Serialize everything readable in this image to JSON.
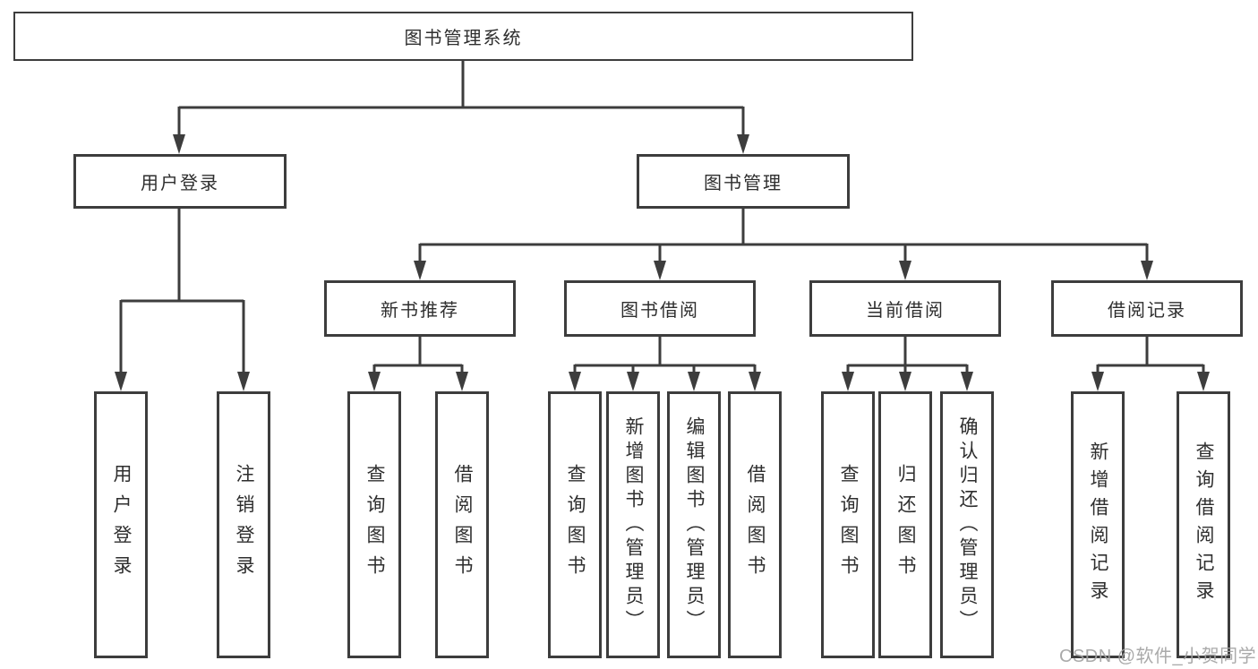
{
  "colors": {
    "line": "#3d3d3d",
    "box_border": "#3d3d3d",
    "text": "#2e2e2e",
    "watermark": "#a3a3a3",
    "background": "#ffffff"
  },
  "watermark": {
    "text": "CSDN @软件_小贺同学"
  },
  "tree": {
    "label": "图书管理系统",
    "children": [
      {
        "label": "用户登录",
        "children": [
          {
            "label": "用户登录"
          },
          {
            "label": "注销登录"
          }
        ]
      },
      {
        "label": "图书管理",
        "children": [
          {
            "label": "新书推荐",
            "children": [
              {
                "label": "查询图书"
              },
              {
                "label": "借阅图书"
              }
            ]
          },
          {
            "label": "图书借阅",
            "children": [
              {
                "label": "查询图书"
              },
              {
                "label": "新增图书（管理员）"
              },
              {
                "label": "编辑图书（管理员）"
              },
              {
                "label": "借阅图书"
              }
            ]
          },
          {
            "label": "当前借阅",
            "children": [
              {
                "label": "查询图书"
              },
              {
                "label": "归还图书"
              },
              {
                "label": "确认归还（管理员）"
              }
            ]
          },
          {
            "label": "借阅记录",
            "children": [
              {
                "label": "新增借阅记录"
              },
              {
                "label": "查询借阅记录"
              }
            ]
          }
        ]
      }
    ]
  }
}
